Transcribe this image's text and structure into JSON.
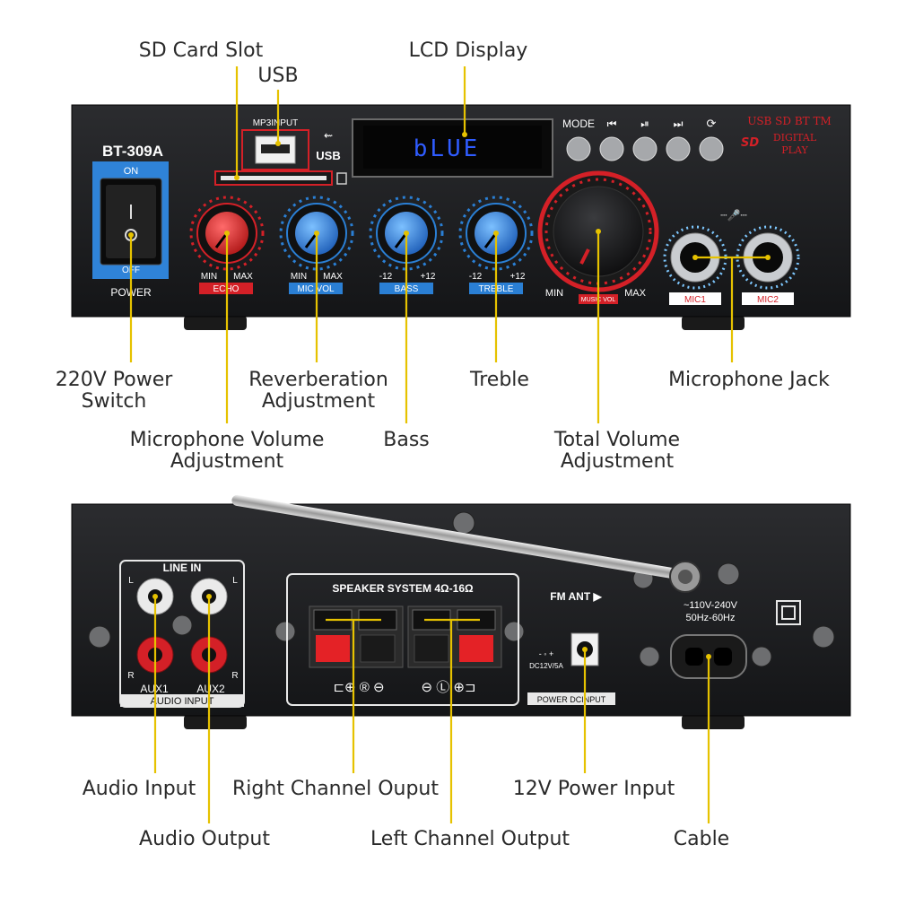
{
  "callouts": {
    "sd_card_slot": "SD Card Slot",
    "usb": "USB",
    "lcd_display": "LCD Display",
    "power_switch": [
      "220V Power",
      "Switch"
    ],
    "reverberation": [
      "Reverberation",
      "Adjustment"
    ],
    "treble": "Treble",
    "microphone_jack": "Microphone Jack",
    "mic_volume": [
      "Microphone Volume",
      "Adjustment"
    ],
    "bass": "Bass",
    "total_volume": [
      "Total Volume",
      "Adjustment"
    ],
    "audio_input": "Audio Input",
    "right_channel": "Right Channel Ouput",
    "power_input": "12V Power Input",
    "audio_output": "Audio Output",
    "left_channel": "Left Channel Output",
    "cable": "Cable"
  },
  "front_panel": {
    "model": "BT-309A",
    "switch_on": "ON",
    "switch_off": "OFF",
    "switch_label": "POWER",
    "mp3_input": "MP3INPUT",
    "usb_label": "USB",
    "lcd_text": "bLUE",
    "mode": "MODE",
    "badge_line1": "USB SD BT TM",
    "badge_line2": "DIGITAL",
    "badge_line3": "PLAY",
    "badge_sd": "SD",
    "knobs": [
      {
        "label": "ECHO",
        "left": "MIN",
        "right": "MAX"
      },
      {
        "label": "MIC VOL",
        "left": "MIN",
        "right": "MAX"
      },
      {
        "label": "BASS",
        "left": "-12",
        "right": "+12"
      },
      {
        "label": "TREBLE",
        "left": "-12",
        "right": "+12"
      }
    ],
    "volume_min": "MIN",
    "volume_max": "MAX",
    "volume_label": "MUSIC VOL",
    "mic1": "MIC1",
    "mic2": "MIC2",
    "colors": {
      "red": "#d42027",
      "blue": "#2a7fd4",
      "lcd": "#2f5cff",
      "body": "#1c1d1f"
    }
  },
  "back_panel": {
    "line_in": "LINE IN",
    "aux1": "AUX1",
    "aux2": "AUX2",
    "audio_input": "AUDIO INPUT",
    "l_mark": "L",
    "r_mark": "R",
    "speaker_system": "SPEAKER SYSTEM 4Ω-16Ω",
    "fm_ant": "FM ANT ▶",
    "voltage_line1": "~110V-240V",
    "voltage_line2": "50Hz-60Hz",
    "dc_rating": "DC12V/5A",
    "power_dc_input": "POWER DCINPUT"
  }
}
